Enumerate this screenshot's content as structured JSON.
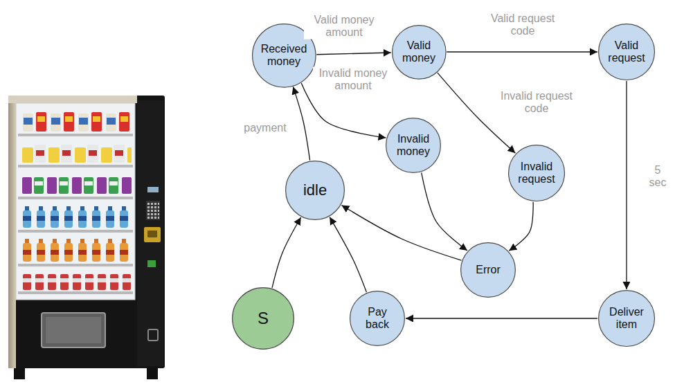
{
  "diagram": {
    "nodes": [
      {
        "text": [
          "Received money"
        ]
      },
      {
        "text": [
          "Valid money"
        ]
      },
      {
        "text": [
          "Valid request"
        ]
      },
      {
        "text": [
          "Invalid money"
        ]
      },
      {
        "text": [
          "Invalid request"
        ]
      },
      {
        "text": [
          "idle"
        ]
      },
      {
        "text": [
          "Error"
        ]
      },
      {
        "text": [
          "S"
        ]
      },
      {
        "text": [
          "Pay back"
        ]
      },
      {
        "text": [
          "Deliver item"
        ]
      }
    ],
    "edges": [
      {
        "from": 0,
        "to": 1,
        "arrow": "to",
        "label": "Valid money amount"
      },
      {
        "from": 0,
        "to": 3,
        "arrow": "to",
        "label": "Invalid money amount"
      },
      {
        "from": 1,
        "to": 2,
        "arrow": "to",
        "label": "Valid request code"
      },
      {
        "from": 1,
        "to": 4,
        "arrow": "to",
        "label": "Invalid request code"
      },
      {
        "from": 2,
        "to": 9,
        "arrow": "to",
        "label": "5 sec"
      },
      {
        "from": 3,
        "to": 6,
        "arrow": "to"
      },
      {
        "from": 4,
        "to": 6,
        "arrow": "to"
      },
      {
        "from": 6,
        "to": 5,
        "arrow": "to"
      },
      {
        "from": 5,
        "to": 0,
        "arrow": "to",
        "label": "payment"
      },
      {
        "from": 7,
        "to": 5,
        "arrow": "to"
      },
      {
        "from": 9,
        "to": 8,
        "arrow": "to"
      },
      {
        "from": 8,
        "to": 5,
        "arrow": "to"
      }
    ]
  }
}
